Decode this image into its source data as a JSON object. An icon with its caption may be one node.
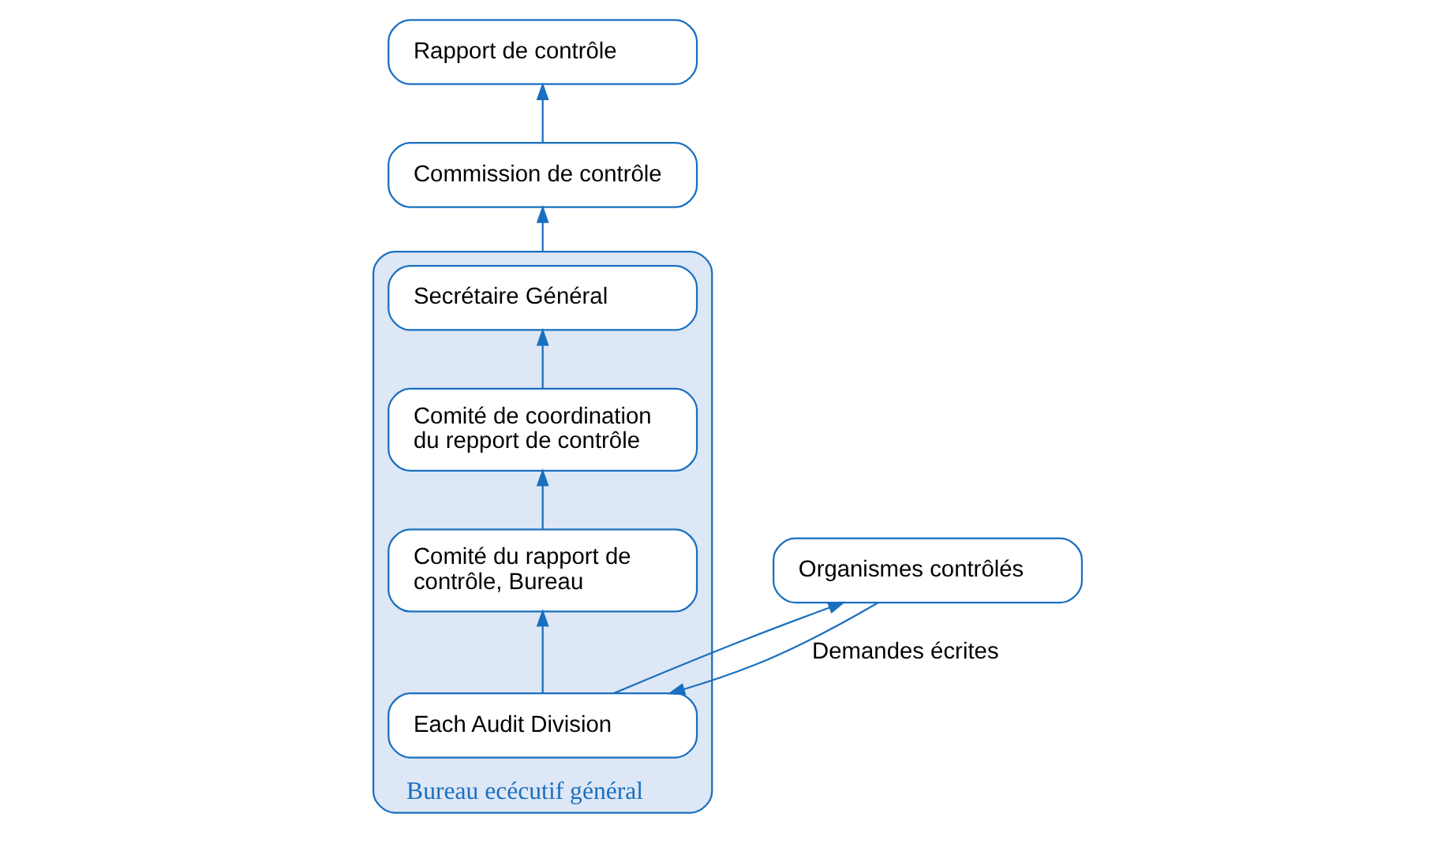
{
  "diagram": {
    "nodes": [
      {
        "text": [
          "Rapport de contrôle"
        ]
      },
      {
        "text": [
          "Commission de contrôle"
        ]
      },
      {
        "text": [
          "Bureau ecécutif général"
        ]
      },
      {
        "text": [
          "Secrétaire Général"
        ],
        "in": 2
      },
      {
        "text": [
          "Comité de coordination du repport de contrôle"
        ],
        "in": 2
      },
      {
        "text": [
          "Comité du rapport de contrôle, Bureau"
        ],
        "in": 2
      },
      {
        "text": [
          "Organismes contrôlés"
        ]
      },
      {
        "text": [
          "Each Audit Division"
        ],
        "in": 2
      }
    ],
    "edges": [
      {
        "from": 2,
        "to": 1,
        "arrow": "to"
      },
      {
        "from": 1,
        "to": 0,
        "arrow": "to"
      },
      {
        "from": 7,
        "to": 5,
        "arrow": "to"
      },
      {
        "from": 5,
        "to": 4,
        "arrow": "to"
      },
      {
        "from": 4,
        "to": 3,
        "arrow": "to"
      },
      {
        "from": 6,
        "to": 7,
        "arrow": "to",
        "label": "Demandes écrites"
      },
      {
        "from": 7,
        "to": 6,
        "arrow": "to"
      }
    ]
  }
}
